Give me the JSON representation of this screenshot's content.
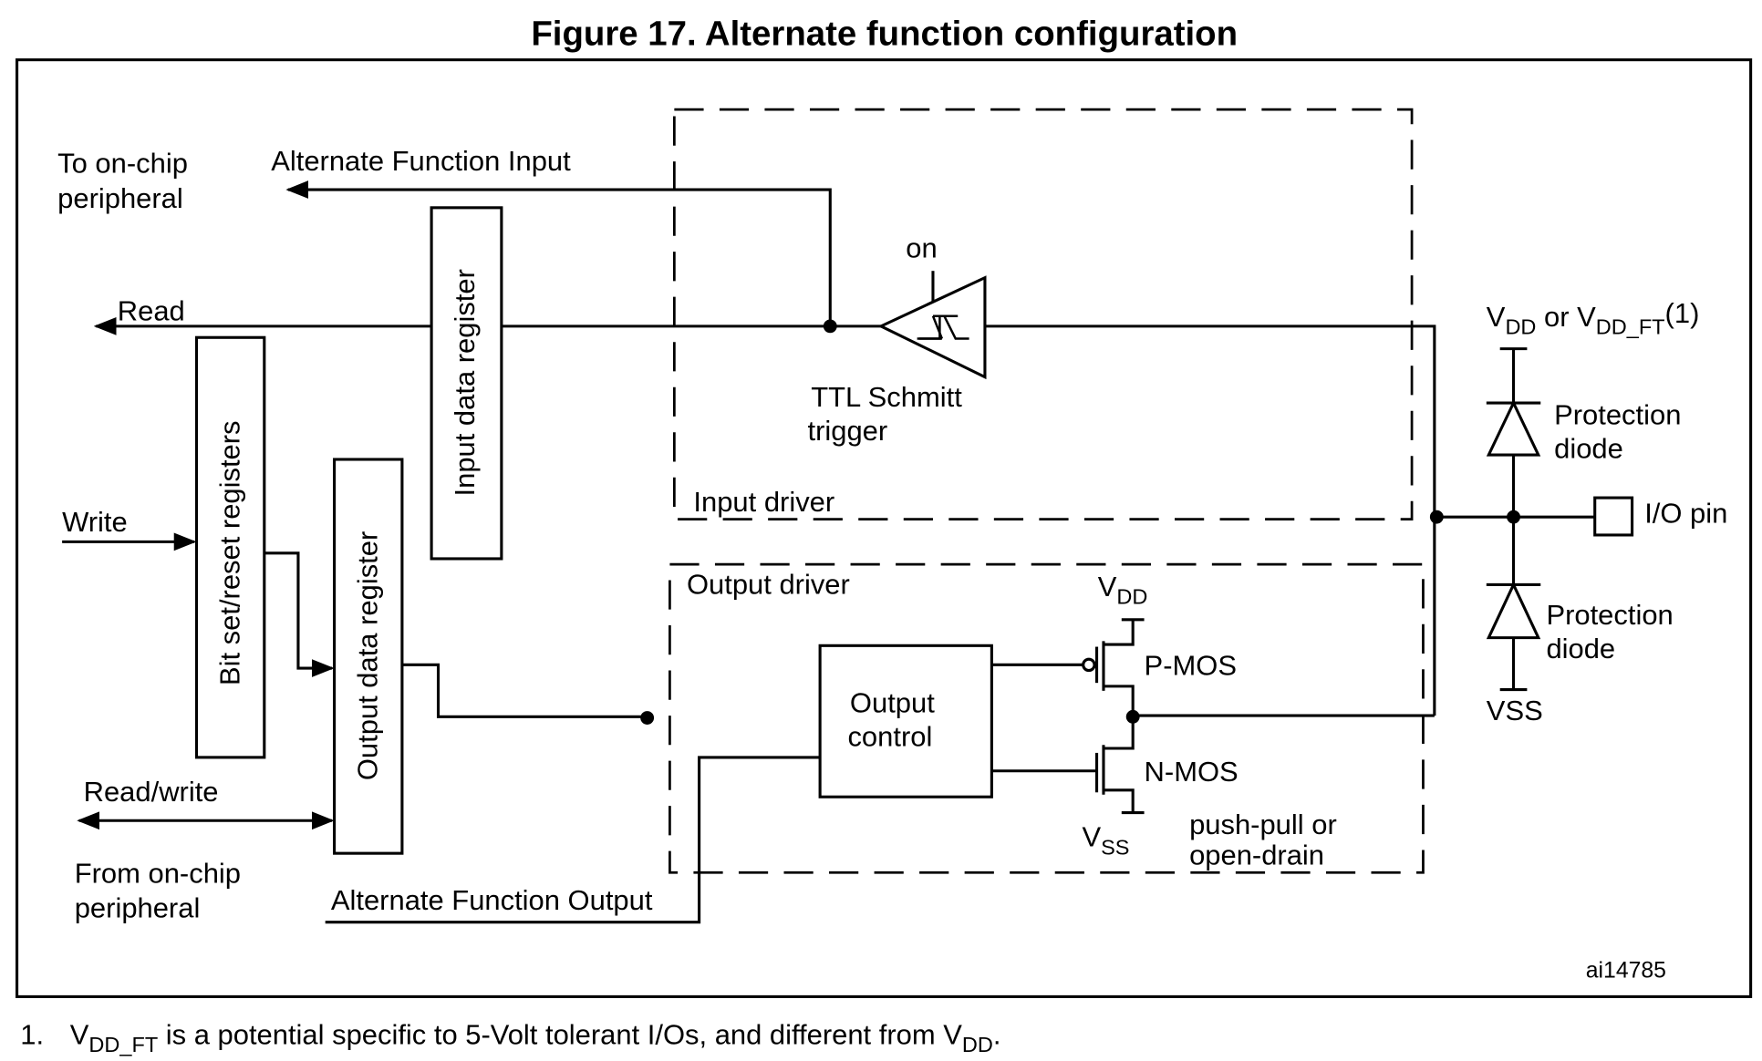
{
  "title": "Figure 17. Alternate function configuration",
  "labels": {
    "to_onchip_1": "To on-chip",
    "to_onchip_2": "peripheral",
    "alt_func_input": "Alternate Function Input",
    "read": "Read",
    "write": "Write",
    "read_write": "Read/write",
    "from_onchip_1": "From on-chip",
    "from_onchip_2": "peripheral",
    "alt_func_output": "Alternate Function Output",
    "input_data_register": "Input data register",
    "bit_set_reset_registers": "Bit set/reset registers",
    "output_data_register": "Output data register",
    "on": "on",
    "ttl_1": "TTL Schmitt",
    "ttl_2": "trigger",
    "input_driver": "Input driver",
    "output_driver": "Output driver",
    "output_control_1": "Output",
    "output_control_2": "control",
    "vdd_v": "V",
    "vdd_sub": "DD",
    "vss_v": "V",
    "vss_sub": "SS",
    "pmos": "P-MOS",
    "nmos": "N-MOS",
    "pushpull_1": "push-pull or",
    "pushpull_2": "open-drain",
    "rail_v1": "V",
    "rail_sub1": "DD",
    "rail_or": " or V",
    "rail_sub2": "DD_FT",
    "rail_note": "(1)",
    "prot_diode_1": "Protection",
    "prot_diode_2": "diode",
    "io_pin": "I/O pin",
    "vss_rail": "VSS",
    "figure_id": "ai14785"
  },
  "footnote": {
    "number": "1.",
    "v1": "V",
    "sub1": "DD_FT",
    "text": " is a potential specific to 5-Volt tolerant I/Os, and different from V",
    "sub2": "DD",
    "end": "."
  }
}
